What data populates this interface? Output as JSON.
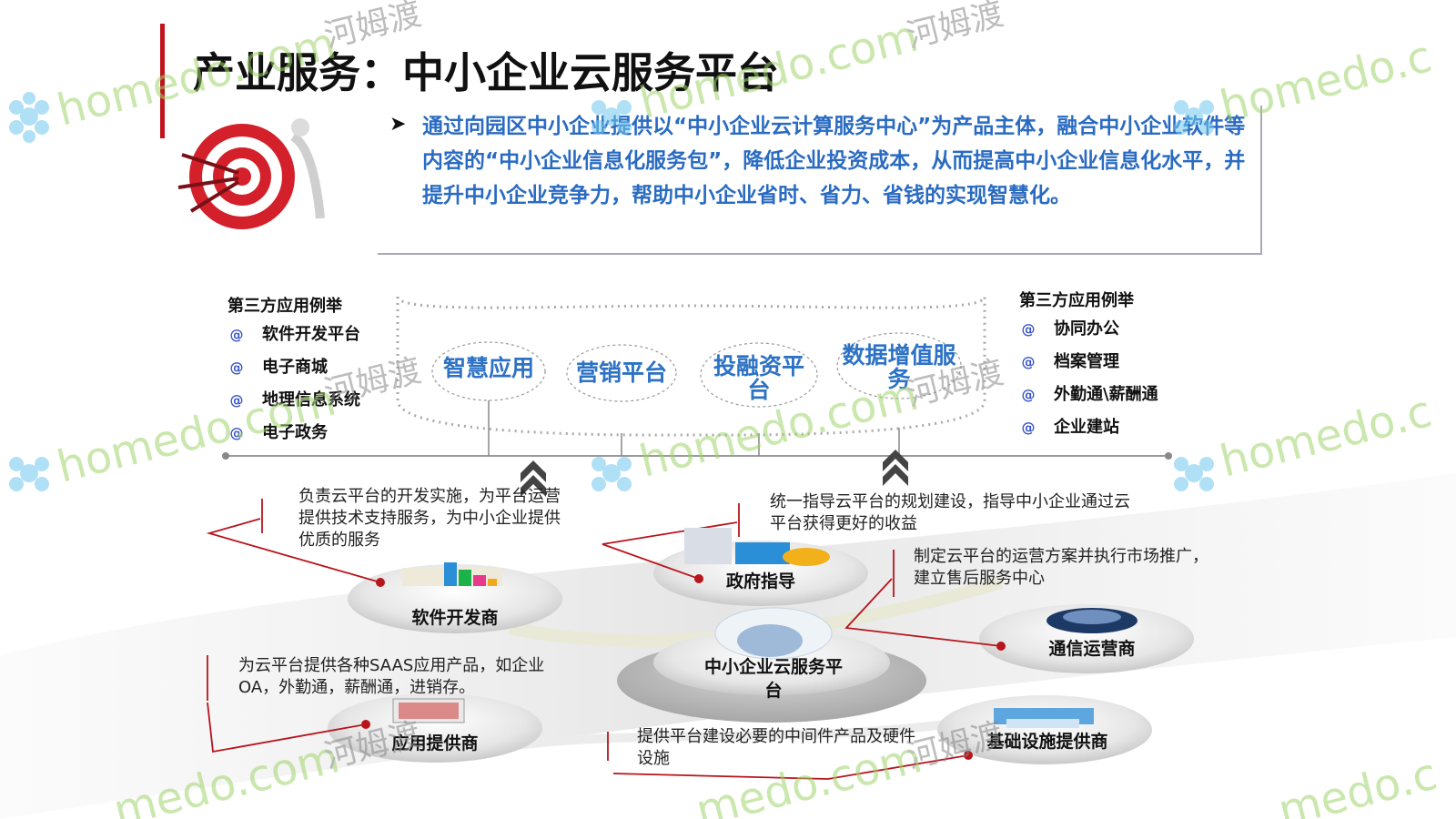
{
  "title": "产业服务：中小企业云服务平台",
  "intro": "通过向园区中小企业提供以“中小企业云计算服务中心”为产品主体，融合中小企业软件等内容的“中小企业信息化服务包”，降低企业投资成本，从而提高中小企业信息化水平，并提升中小企业竞争力，帮助中小企业省时、省力、省钱的实现智慧化。",
  "left_list": {
    "title": "第三方应用例举",
    "items": [
      "软件开发平台",
      "电子商城",
      "地理信息系统",
      "电子政务"
    ]
  },
  "right_list": {
    "title": "第三方应用例举",
    "items": [
      "协同办公",
      "档案管理",
      "外勤通\\薪酬通",
      "企业建站"
    ]
  },
  "pills": [
    "智慧应用",
    "营销平台",
    "投融资平台",
    "数据增值服务"
  ],
  "descriptions": {
    "software": "负责云平台的开发实施，为平台运营提供技术支持服务，为中小企业提供优质的服务",
    "government": "统一指导云平台的规划建设，指导中小企业通过云平台获得更好的收益",
    "telecom": "制定云平台的运营方案并执行市场推广，建立售后服务中心",
    "app_provider": "为云平台提供各种SAAS应用产品，如企业OA，外勤通，薪酬通，进销存。",
    "infrastructure": "提供平台建设必要的中间件产品及硬件设施"
  },
  "nodes": {
    "software": "软件开发商",
    "government": "政府指导",
    "center": "中小企业云服务平台",
    "telecom": "通信运营商",
    "app_provider": "应用提供商",
    "infrastructure": "基础设施提供商"
  },
  "watermark": {
    "site": "homedo.com",
    "cn": "河姆渡"
  },
  "colors": {
    "title_accent": "#c0141c",
    "intro_text": "#2a6bc2",
    "pill_text": "#2d72c4",
    "connector": "#b8141c",
    "list_bullet": "#3a55c8"
  }
}
